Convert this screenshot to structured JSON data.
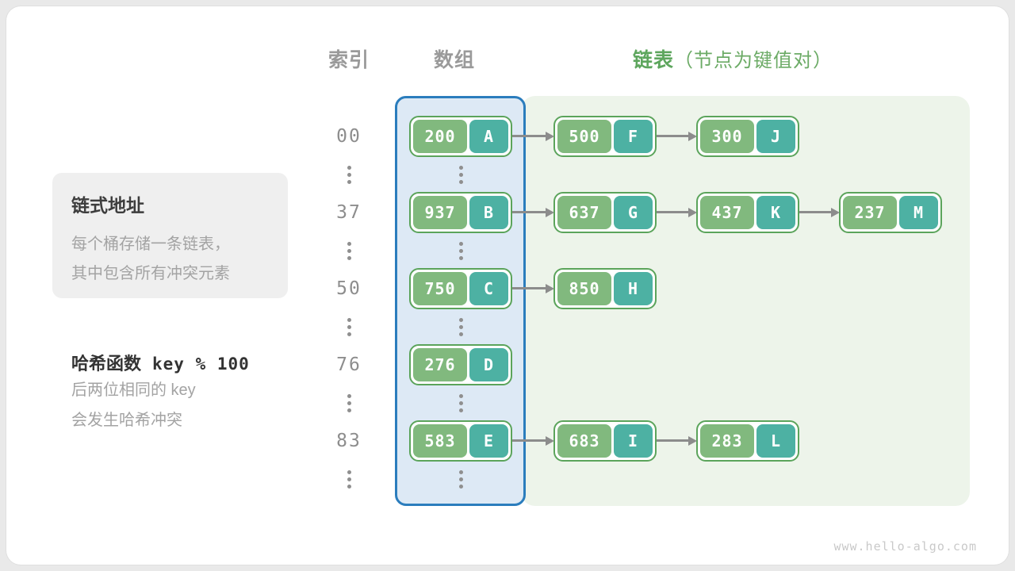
{
  "header": {
    "index_label": "索引",
    "array_label": "数组",
    "list_label": "链表",
    "list_note": "（节点为键值对）"
  },
  "sidebar": {
    "info_box": {
      "title": "链式地址",
      "lines": [
        "每个桶存储一条链表，",
        "其中包含所有冲突元素"
      ]
    },
    "hash_note": {
      "title": "哈希函数",
      "formula": "key % 100",
      "lines": [
        "后两位相同的 key",
        "会发生哈希冲突"
      ]
    }
  },
  "diagram": {
    "ellipsis": "⋮",
    "rows": [
      {
        "index": "00",
        "bucket": {
          "key": "200",
          "value": "A"
        },
        "chain": [
          {
            "key": "500",
            "value": "F"
          },
          {
            "key": "300",
            "value": "J"
          }
        ]
      },
      {
        "index": "37",
        "bucket": {
          "key": "937",
          "value": "B"
        },
        "chain": [
          {
            "key": "637",
            "value": "G"
          },
          {
            "key": "437",
            "value": "K"
          },
          {
            "key": "237",
            "value": "M"
          }
        ]
      },
      {
        "index": "50",
        "bucket": {
          "key": "750",
          "value": "C"
        },
        "chain": [
          {
            "key": "850",
            "value": "H"
          }
        ]
      },
      {
        "index": "76",
        "bucket": {
          "key": "276",
          "value": "D"
        },
        "chain": []
      },
      {
        "index": "83",
        "bucket": {
          "key": "583",
          "value": "E"
        },
        "chain": [
          {
            "key": "683",
            "value": "I"
          },
          {
            "key": "283",
            "value": "L"
          }
        ]
      }
    ]
  },
  "colors": {
    "node_border_green": "#5ba45b",
    "key_pill_green": "#81b97e",
    "value_pill_teal": "#4db1a3",
    "array_border_blue": "#2b7dbd",
    "array_fill_blue": "#dde9f5",
    "list_fill_green": "#edf4ea",
    "header_green": "#5ea65e",
    "gray_text": "#9a9a9a"
  },
  "watermark": "www.hello-algo.com"
}
